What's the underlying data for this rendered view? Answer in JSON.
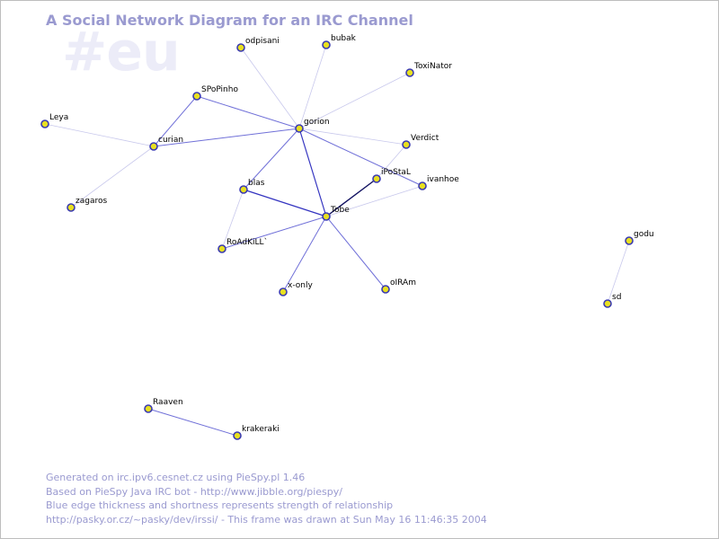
{
  "title": "A Social Network Diagram for an IRC Channel",
  "channel": "#eu",
  "footer": [
    "Generated on irc.ipv6.cesnet.cz using PieSpy.pl 1.46",
    "Based on PieSpy Java IRC bot - http://www.jibble.org/piespy/",
    "Blue edge thickness and shortness represents strength of relationship",
    "http://pasky.or.cz/~pasky/dev/irssi/ - This frame was drawn at Sun May 16 11:46:35 2004"
  ],
  "colors": {
    "node_fill": "#e8e020",
    "node_stroke": "#3a3ab0",
    "edge_light": "#c8c8ec",
    "edge_mid": "#7070d8",
    "edge_strong": "#3434c0",
    "edge_dark": "#101060",
    "title": "#9a9ad0",
    "watermark": "#ececf8"
  },
  "nodes": [
    {
      "id": "odpisani",
      "label": "odpisani"
    },
    {
      "id": "bubak",
      "label": "bubak"
    },
    {
      "id": "ToxiNator",
      "label": "ToxiNator"
    },
    {
      "id": "SPoPinho",
      "label": "SPoPinho"
    },
    {
      "id": "Leya",
      "label": "Leya"
    },
    {
      "id": "gorion",
      "label": "gorion"
    },
    {
      "id": "curian",
      "label": "curian"
    },
    {
      "id": "Verdict",
      "label": "Verdict"
    },
    {
      "id": "iPoStaL",
      "label": "iPoStaL"
    },
    {
      "id": "ivanhoe",
      "label": "ivanhoe"
    },
    {
      "id": "blas",
      "label": "blas"
    },
    {
      "id": "zagaros",
      "label": "zagaros"
    },
    {
      "id": "Tobe",
      "label": "Tobe"
    },
    {
      "id": "RoAdKiLL`",
      "label": "RoAdKiLL`"
    },
    {
      "id": "x-only",
      "label": "x-only"
    },
    {
      "id": "oIRAm",
      "label": "oIRAm"
    },
    {
      "id": "godu",
      "label": "godu"
    },
    {
      "id": "sd",
      "label": "sd"
    },
    {
      "id": "Raaven",
      "label": "Raaven"
    },
    {
      "id": "krakeraki",
      "label": "krakeraki"
    }
  ],
  "edges": [
    {
      "from": "gorion",
      "to": "odpisani",
      "strength": "light"
    },
    {
      "from": "gorion",
      "to": "bubak",
      "strength": "light"
    },
    {
      "from": "gorion",
      "to": "ToxiNator",
      "strength": "light"
    },
    {
      "from": "gorion",
      "to": "SPoPinho",
      "strength": "mid"
    },
    {
      "from": "gorion",
      "to": "curian",
      "strength": "mid"
    },
    {
      "from": "gorion",
      "to": "Verdict",
      "strength": "light"
    },
    {
      "from": "gorion",
      "to": "ivanhoe",
      "strength": "mid"
    },
    {
      "from": "gorion",
      "to": "blas",
      "strength": "mid"
    },
    {
      "from": "gorion",
      "to": "Tobe",
      "strength": "strong"
    },
    {
      "from": "SPoPinho",
      "to": "curian",
      "strength": "mid"
    },
    {
      "from": "curian",
      "to": "Leya",
      "strength": "light"
    },
    {
      "from": "curian",
      "to": "zagaros",
      "strength": "light"
    },
    {
      "from": "Verdict",
      "to": "iPoStaL",
      "strength": "light"
    },
    {
      "from": "iPoStaL",
      "to": "Tobe",
      "strength": "dark"
    },
    {
      "from": "Tobe",
      "to": "ivanhoe",
      "strength": "light"
    },
    {
      "from": "blas",
      "to": "Tobe",
      "strength": "strong"
    },
    {
      "from": "blas",
      "to": "RoAdKiLL`",
      "strength": "light"
    },
    {
      "from": "Tobe",
      "to": "RoAdKiLL`",
      "strength": "mid"
    },
    {
      "from": "Tobe",
      "to": "x-only",
      "strength": "mid"
    },
    {
      "from": "Tobe",
      "to": "oIRAm",
      "strength": "mid"
    },
    {
      "from": "godu",
      "to": "sd",
      "strength": "light"
    },
    {
      "from": "Raaven",
      "to": "krakeraki",
      "strength": "mid"
    }
  ]
}
